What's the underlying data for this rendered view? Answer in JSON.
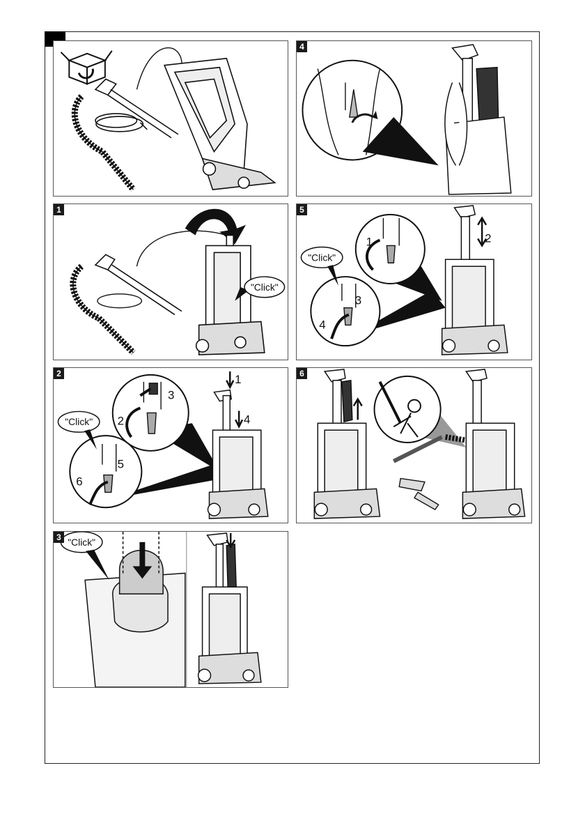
{
  "page": {
    "steps": [
      {
        "number": ""
      },
      {
        "number": "4"
      },
      {
        "number": "1"
      },
      {
        "number": "5"
      },
      {
        "number": "2"
      },
      {
        "number": "6"
      },
      {
        "number": "3"
      }
    ],
    "click_label": "\"Click\"",
    "step1": {
      "click": "\"Click\""
    },
    "step2": {
      "click": "\"Click\"",
      "n1": "1",
      "n2": "2",
      "n3": "3",
      "n4": "4",
      "n5": "5",
      "n6": "6"
    },
    "step3": {
      "click": "\"Click\""
    },
    "step5": {
      "click": "\"Click\"",
      "n1": "1",
      "n2": "2",
      "n3": "3",
      "n4": "4"
    }
  },
  "colors": {
    "ink": "#111111",
    "frame": "#222222",
    "shade": "#9a9a9a"
  }
}
